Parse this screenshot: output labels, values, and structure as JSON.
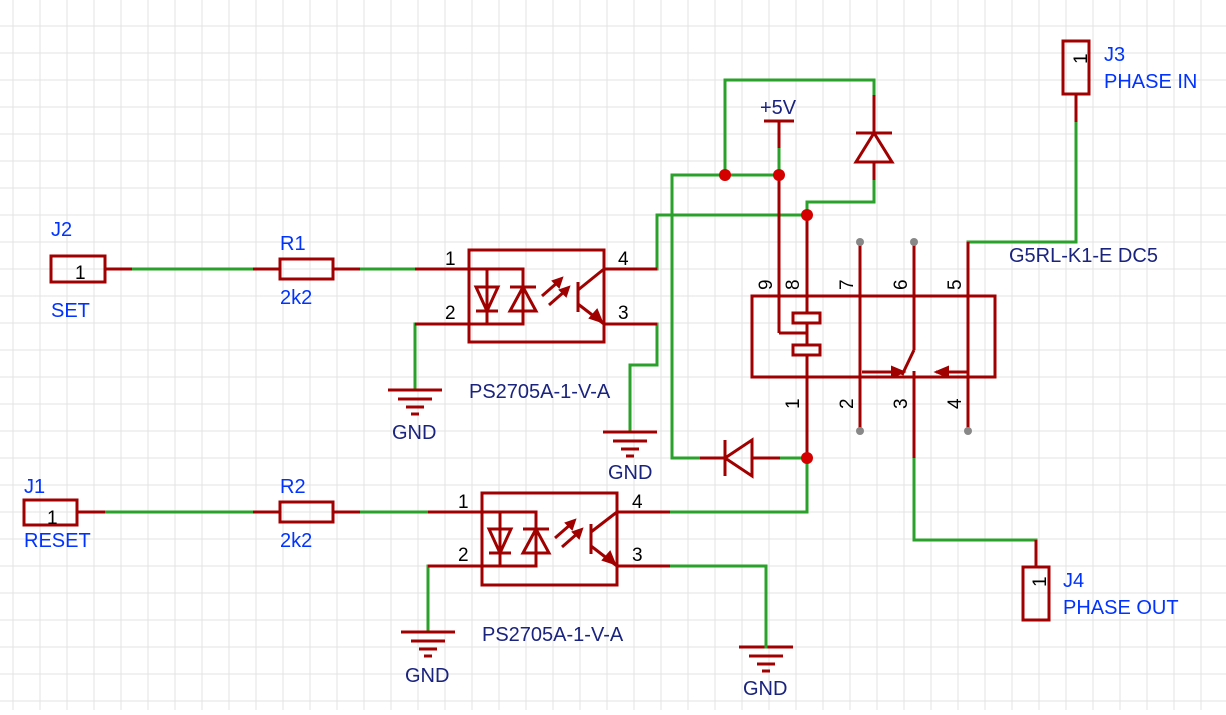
{
  "colors": {
    "wire": "#2aa12a",
    "part": "#a00000",
    "label": "#0033ff",
    "junction": "#d40000",
    "gnd": "#1a237e"
  },
  "connectors": {
    "j2": {
      "ref": "J2",
      "name": "SET",
      "pin": "1"
    },
    "j1": {
      "ref": "J1",
      "name": "RESET",
      "pin": "1"
    },
    "j3": {
      "ref": "J3",
      "name": "PHASE IN",
      "pin": "1"
    },
    "j4": {
      "ref": "J4",
      "name": "PHASE OUT",
      "pin": "1"
    }
  },
  "resistors": {
    "r1": {
      "ref": "R1",
      "value": "2k2"
    },
    "r2": {
      "ref": "R2",
      "value": "2k2"
    }
  },
  "optos": {
    "u1": {
      "part": "PS2705A-1-V-A",
      "pins": [
        "1",
        "2",
        "3",
        "4"
      ]
    },
    "u2": {
      "part": "PS2705A-1-V-A",
      "pins": [
        "1",
        "2",
        "3",
        "4"
      ]
    }
  },
  "relay": {
    "part": "G5RL-K1-E DC5",
    "top_pins": [
      "9",
      "8",
      "7",
      "6",
      "5"
    ],
    "bottom_pins": [
      "1",
      "2",
      "3",
      "4"
    ]
  },
  "power": {
    "vcc": "+5V",
    "gnd": "GND"
  }
}
